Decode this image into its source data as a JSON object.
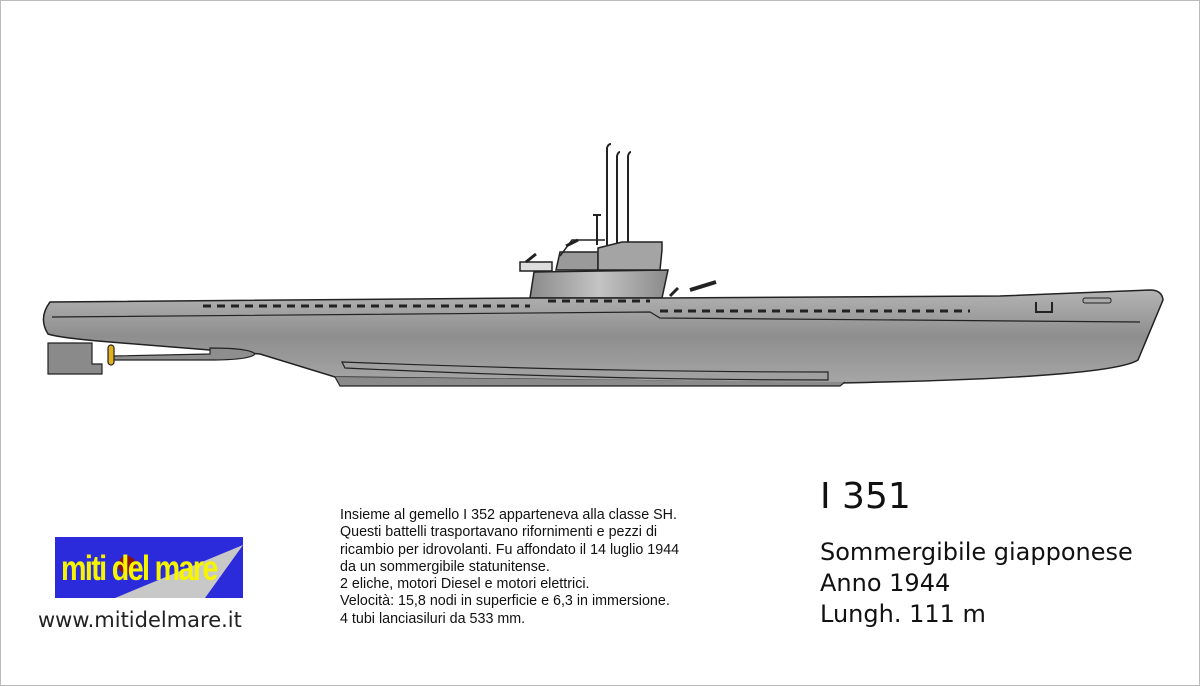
{
  "logo": {
    "text": "miti del mare",
    "website": "www.mitidelmare.it"
  },
  "description": [
    "Insieme al gemello I 352 apparteneva alla classe SH.",
    "Questi battelli trasportavano rifornimenti e pezzi di",
    "ricambio per idrovolanti. Fu affondato il 14 luglio 1944",
    "da un sommergibile statunitense.",
    "2 eliche, motori Diesel e motori elettrici.",
    "Velocità: 15,8 nodi in superficie e 6,3 in immersione.",
    "4 tubi lanciasiluri da 533 mm."
  ],
  "vessel": {
    "name": "I 351",
    "type": "Sommergibile giapponese",
    "year": "Anno 1944",
    "length": "Lungh. 111 m"
  },
  "colors": {
    "hull": "#9a9a9a",
    "logo_bg": "#2b2bdc",
    "logo_text": "#f5f500"
  }
}
